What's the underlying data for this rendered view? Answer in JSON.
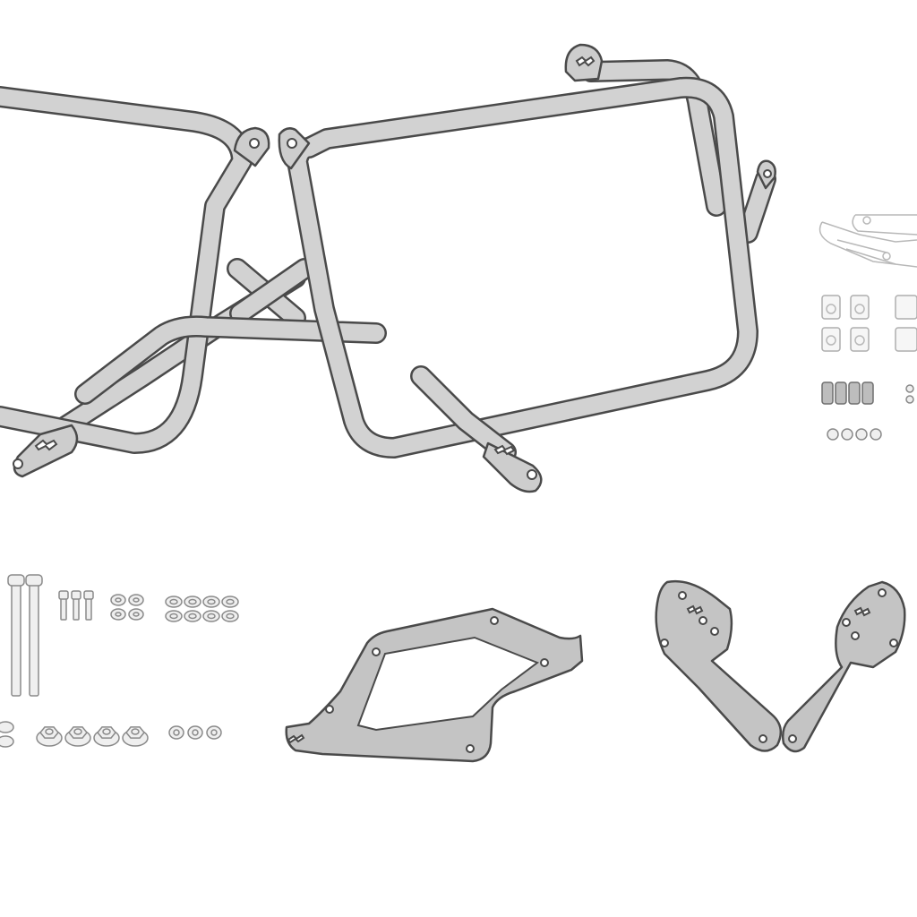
{
  "diagram": {
    "colors": {
      "outline": "#4a4a4a",
      "tube_fill": "#d2d2d2",
      "plate_fill": "#c4c4c4",
      "hardware_fill": "#efefef",
      "background": "#ffffff"
    },
    "parts": [
      {
        "name": "left-side-frame",
        "kind": "tubular pannier frame"
      },
      {
        "name": "right-side-frame",
        "kind": "tubular pannier frame"
      },
      {
        "name": "hardware-kit-exploded",
        "kind": "brackets and fasteners"
      },
      {
        "name": "long-bolts",
        "count": 2
      },
      {
        "name": "short-bolts",
        "count": 3
      },
      {
        "name": "washers-small",
        "count": 3
      },
      {
        "name": "washers-grid",
        "count": 8
      },
      {
        "name": "flange-nuts",
        "count": 4
      },
      {
        "name": "small-nuts",
        "count": 3
      },
      {
        "name": "flat-bracket-plate",
        "count": 1
      },
      {
        "name": "angled-bracket-plates",
        "count": 2
      }
    ]
  }
}
